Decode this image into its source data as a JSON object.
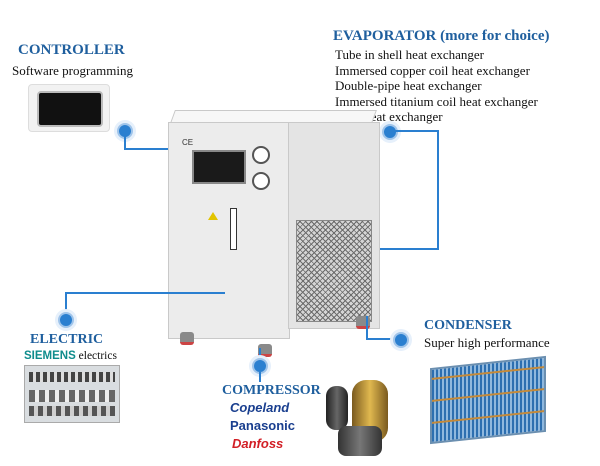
{
  "controller": {
    "title": "CONTROLLER",
    "subtitle": "Software programming"
  },
  "evaporator": {
    "title": "EVAPORATOR (more for choice)",
    "items": [
      "Tube in shell heat exchanger",
      "Immersed copper coil heat exchanger",
      "Double-pipe heat exchanger",
      "Immersed titanium coil heat exchanger",
      "Plate heat exchanger"
    ]
  },
  "electric": {
    "title": "ELECTRIC",
    "brand": "SIEMENS",
    "suffix": " electrics"
  },
  "condenser": {
    "title": "CONDENSER",
    "subtitle": "Super high performance"
  },
  "compressor": {
    "title": "COMPRESSOR",
    "brands": [
      "Copeland",
      "Panasonic",
      "Danfoss"
    ]
  },
  "colors": {
    "title": "#1f5f9e",
    "line": "#2a7fd0",
    "siemens": "#0e8c8c",
    "danfoss": "#d21f26",
    "copeland": "#1a3f8f"
  }
}
